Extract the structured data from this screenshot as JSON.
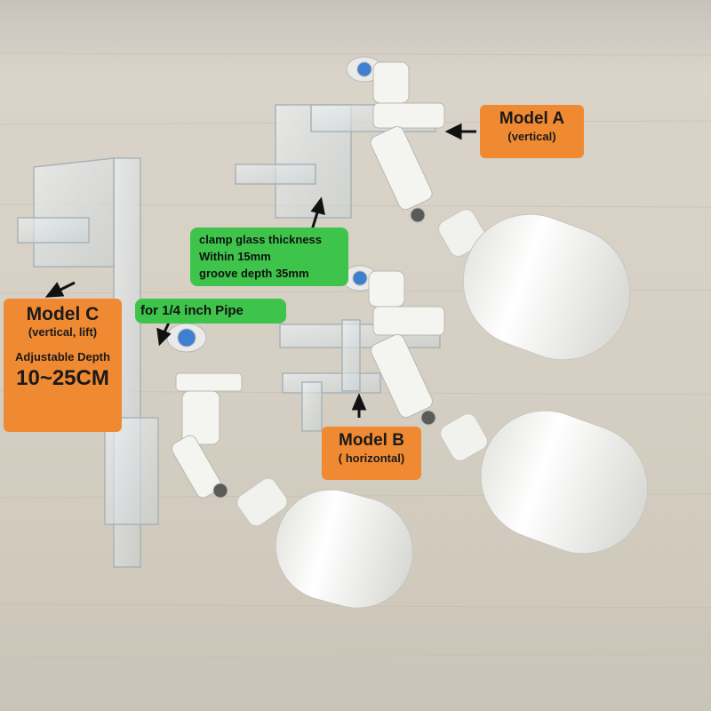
{
  "model_a": {
    "title": "Model A",
    "subtitle": "(vertical)"
  },
  "model_b": {
    "title": "Model B",
    "subtitle": "( horizontal)"
  },
  "model_c": {
    "title": "Model C",
    "subtitle": "(vertical, lift)",
    "depth_label": "Adjustable Depth",
    "depth_value": "10~25CM"
  },
  "clamp_note": {
    "line1": "clamp glass thickness",
    "line2": "Within 15mm",
    "line3": "groove depth 35mm"
  },
  "pipe_note": {
    "text": "for 1/4 inch Pipe"
  },
  "colors": {
    "label_orange": "#f08a32",
    "note_green": "#3ec44a",
    "float_white": "#f7f7f5",
    "wood": "#d6d0c4"
  }
}
